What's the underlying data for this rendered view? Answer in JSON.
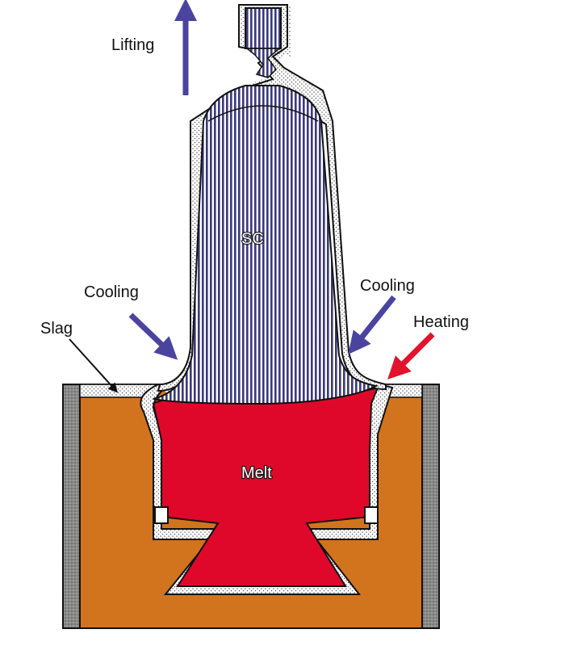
{
  "labels": {
    "lifting": "Lifting",
    "cooling_left": "Cooling",
    "cooling_right": "Cooling",
    "heating": "Heating",
    "slag": "Slag",
    "crystal": "SC",
    "melt": "Melt"
  },
  "colors": {
    "crucible": "#d2741e",
    "melt": "#e0082a",
    "crystal_stripe": "#3a3a78",
    "cooling_arrow": "#4a44a0",
    "lifting_arrow": "#4a44a0",
    "heating_arrow": "#e0142c",
    "slag": "#ffffff",
    "wall": "#8a8a8a"
  }
}
